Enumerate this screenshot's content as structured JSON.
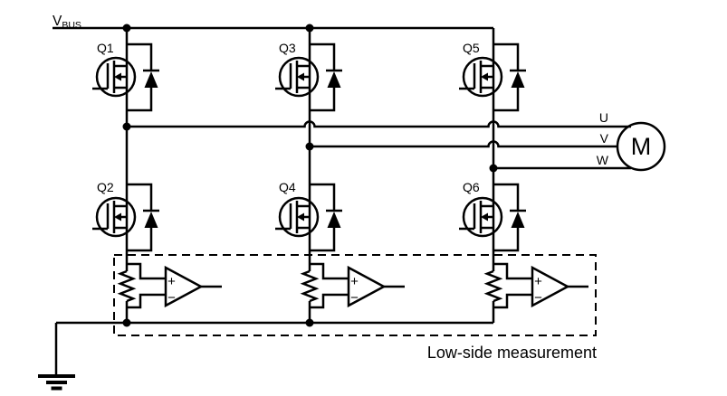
{
  "labels": {
    "bus": {
      "main": "V",
      "sub": "BUS"
    },
    "transistors": [
      "Q1",
      "Q2",
      "Q3",
      "Q4",
      "Q5",
      "Q6"
    ],
    "phases": [
      "U",
      "V",
      "W"
    ],
    "motor": "M",
    "opamp": {
      "plus": "+",
      "minus": "−"
    },
    "caption": "Low-side measurement"
  },
  "colors": {
    "stroke": "#000000",
    "background": "#ffffff"
  }
}
